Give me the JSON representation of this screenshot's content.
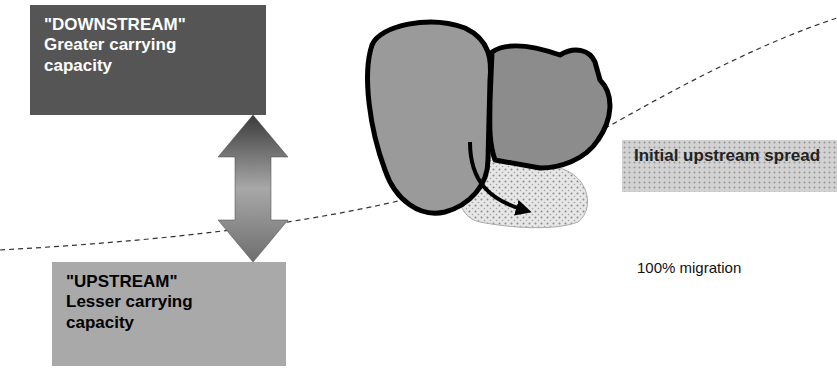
{
  "diagram": {
    "nodes": [
      {
        "text": [
          "\"DOWNSTREAM\"",
          "Greater carrying capacity"
        ]
      },
      {
        "text": [
          "\"UPSTREAM\"",
          "Lesser carrying capacity"
        ]
      },
      {
        "text": [
          "Initial upstream spread"
        ]
      }
    ],
    "edges": [
      {
        "from": 0,
        "to": 1,
        "arrow": "both"
      }
    ],
    "labels": [
      "100% migration"
    ]
  }
}
